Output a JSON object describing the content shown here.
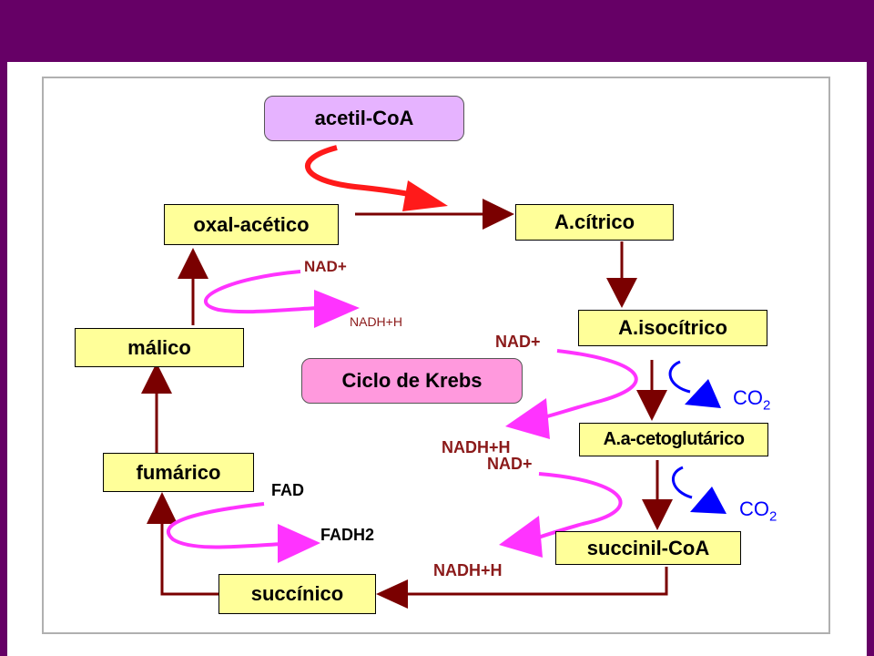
{
  "colors": {
    "background": "#660066",
    "box_fill": "#ffff99",
    "acetyl_fill": "#e6b3ff",
    "title_fill": "#ff99dd",
    "arrow_main": "#7a0000",
    "arrow_input": "#ff1a1a",
    "arrow_cofactor": "#ff33ff",
    "co2": "#0000ff"
  },
  "boxes": {
    "acetil": "acetil-CoA",
    "oxal": "oxal-acético",
    "citrico": "A.cítrico",
    "isocitrico": "A.isocítrico",
    "cetoglutarico": "A.a-cetoglutárico",
    "succinil": "succinil-CoA",
    "succinico": "succínico",
    "fumarico": "fumárico",
    "malico": "málico"
  },
  "title": "Ciclo de Krebs",
  "labels": {
    "nad_malico": "NAD+",
    "nadh_malico": "NADH+H",
    "nad_iso": "NAD+",
    "nadh_iso": "NADH+H",
    "nad_ceto": "NAD+",
    "nadh_ceto": "NADH+H",
    "fad": "FAD",
    "fadh2": "FADH2",
    "co2_1": "CO",
    "co2_1_sub": "2",
    "co2_2": "CO",
    "co2_2_sub": "2"
  }
}
